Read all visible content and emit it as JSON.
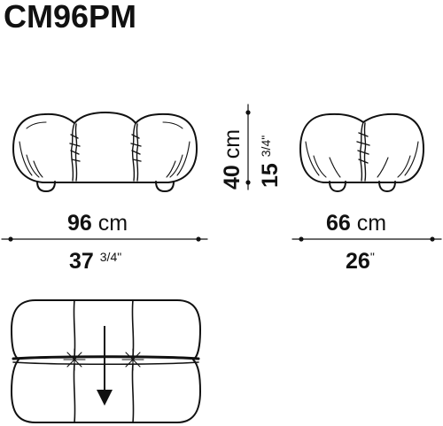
{
  "model": "CM96PM",
  "width": {
    "cm_value": "96",
    "cm_unit": "cm",
    "in_value": "37",
    "in_fraction": "3/4",
    "in_unit": "\""
  },
  "height": {
    "cm_value": "40",
    "cm_unit": "cm",
    "in_value": "15",
    "in_fraction": "3/4",
    "in_unit": "\""
  },
  "depth": {
    "cm_value": "66",
    "cm_unit": "cm",
    "in_value": "26",
    "in_unit": "\""
  }
}
